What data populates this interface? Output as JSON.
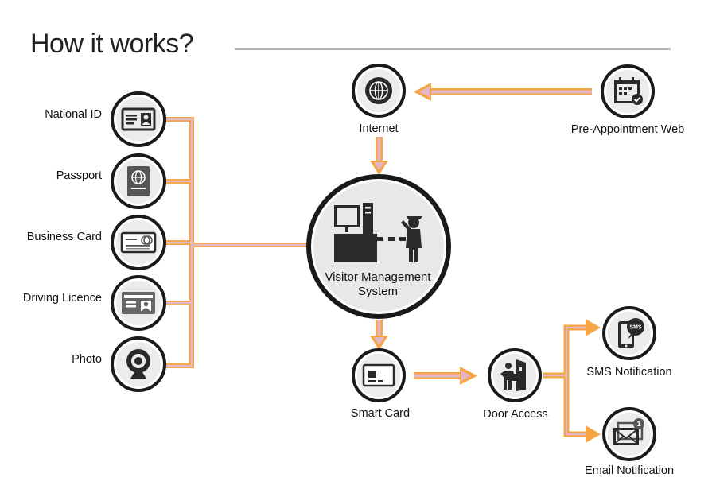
{
  "title": "How it works?",
  "inputs": [
    {
      "label": "National ID",
      "icon": "id-card-icon"
    },
    {
      "label": "Passport",
      "icon": "passport-icon"
    },
    {
      "label": "Business Card",
      "icon": "business-card-icon"
    },
    {
      "label": "Driving Licence",
      "icon": "driving-licence-icon"
    },
    {
      "label": "Photo",
      "icon": "webcam-icon"
    }
  ],
  "center": {
    "line1": "Visitor Management",
    "line2": "System",
    "icon": "guard-gate-icon"
  },
  "internet": {
    "label": "Internet",
    "icon": "globe-icon"
  },
  "pre_appointment": {
    "label": "Pre-Appointment Web",
    "icon": "calendar-check-icon"
  },
  "smart_card": {
    "label": "Smart Card",
    "icon": "smart-card-icon"
  },
  "door_access": {
    "label": "Door Access",
    "icon": "door-access-icon"
  },
  "sms": {
    "label": "SMS Notification",
    "icon": "sms-phone-icon",
    "badge": "SMS"
  },
  "email": {
    "label": "Email Notification",
    "icon": "email-icon",
    "badge": "1"
  },
  "colors": {
    "connector": "#f5a544",
    "connector_light": "#e3b8c4",
    "node_ring": "#1a1a1a",
    "node_fill": "#ececec",
    "icon": "#2a2a2a"
  }
}
